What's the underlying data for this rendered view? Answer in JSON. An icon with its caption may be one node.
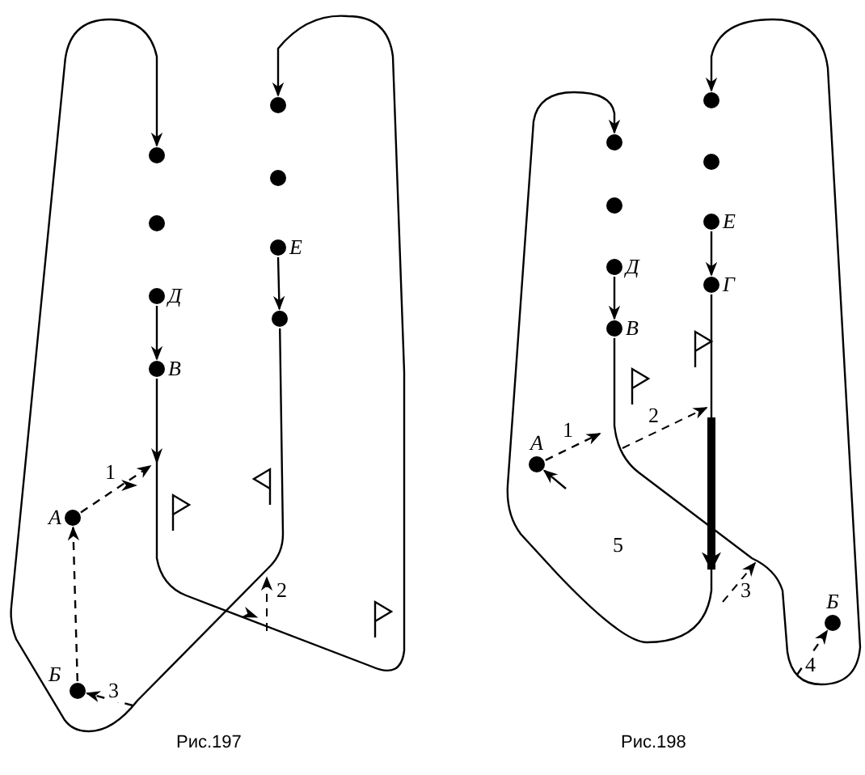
{
  "diagram": {
    "nodes": [
      {
        "text": [],
        "shape": "circle"
      },
      {
        "text": [],
        "shape": "circle"
      },
      {
        "text": [
          "Д"
        ]
      },
      {
        "text": [
          "В"
        ]
      },
      {
        "text": [],
        "shape": "circle"
      },
      {
        "text": [],
        "shape": "circle"
      },
      {
        "text": [
          "Е"
        ]
      },
      {
        "text": [],
        "shape": "circle"
      },
      {
        "text": [
          "А"
        ]
      },
      {
        "text": [
          "Б"
        ]
      },
      {
        "text": [],
        "shape": "circle"
      },
      {
        "text": [],
        "shape": "circle"
      },
      {
        "text": [
          "Д"
        ]
      },
      {
        "text": [
          "В"
        ]
      },
      {
        "text": [],
        "shape": "circle"
      },
      {
        "text": [],
        "shape": "circle"
      },
      {
        "text": [
          "Е"
        ]
      },
      {
        "text": [
          "Г"
        ]
      },
      {
        "text": [
          "А"
        ]
      },
      {
        "text": [
          "Б"
        ]
      }
    ],
    "edges": [
      {
        "from": 3,
        "to": 4,
        "arrow": "to"
      },
      {
        "from": 7,
        "to": 0,
        "arrow": "to"
      },
      {
        "from": 2,
        "to": 3,
        "arrow": "to"
      },
      {
        "from": 6,
        "to": 7,
        "arrow": "to"
      },
      {
        "from": 9,
        "to": 8,
        "arrow": "to",
        "style": "dashed"
      },
      {
        "from": 8,
        "to": null,
        "arrow": "to",
        "style": "dashed",
        "label": "1"
      },
      {
        "from": null,
        "to": 9,
        "arrow": "to",
        "style": "dashed",
        "label": "3"
      },
      {
        "from": 13,
        "to": 14,
        "arrow": "to"
      },
      {
        "from": 17,
        "to": 10,
        "arrow": "to"
      },
      {
        "from": 12,
        "to": 13,
        "arrow": "to"
      },
      {
        "from": 16,
        "to": 17,
        "arrow": "to"
      },
      {
        "from": 18,
        "to": null,
        "arrow": "to",
        "style": "dashed",
        "label": "1"
      },
      {
        "from": null,
        "to": 18,
        "arrow": "to"
      },
      {
        "from": null,
        "to": 19,
        "arrow": "to",
        "style": "dashed",
        "label": "4"
      }
    ],
    "labels": [
      "2",
      "Рис.197",
      "2",
      "3",
      "5",
      "Рис.198"
    ]
  }
}
